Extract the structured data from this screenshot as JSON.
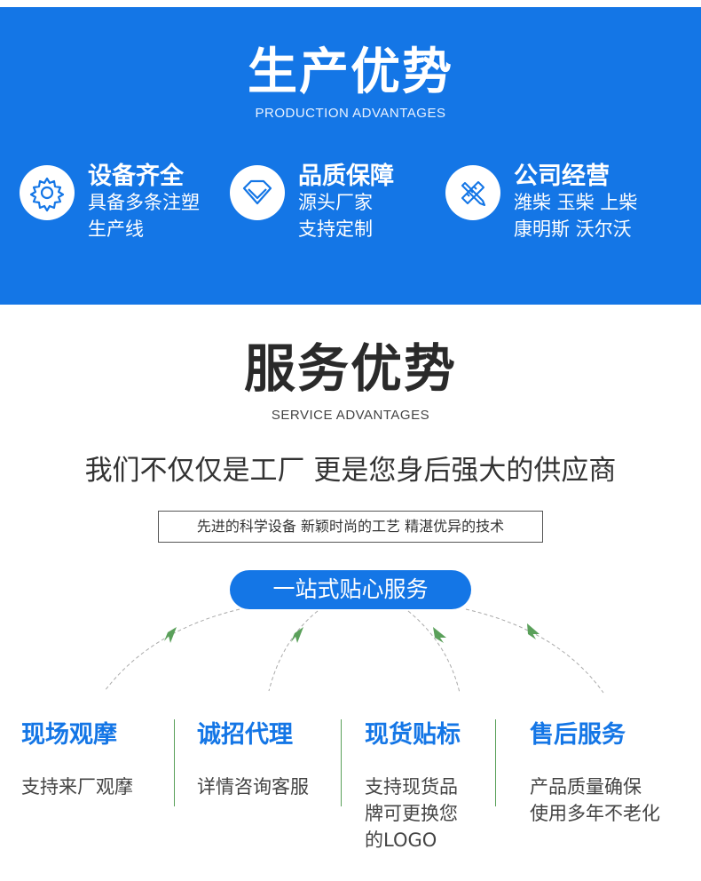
{
  "production": {
    "title": "生产优势",
    "subtitle": "PRODUCTION ADVANTAGES",
    "features": [
      {
        "icon": "gear-icon",
        "title": "设备齐全",
        "lines": [
          "具备多条注塑",
          "生产线"
        ]
      },
      {
        "icon": "diamond-icon",
        "title": "品质保障",
        "lines": [
          "源头厂家",
          "支持定制"
        ]
      },
      {
        "icon": "pencil-ruler-icon",
        "title": "公司经营",
        "lines": [
          "潍柴 玉柴 上柴",
          "康明斯 沃尔沃"
        ]
      }
    ]
  },
  "service": {
    "title": "服务优势",
    "subtitle": "SERVICE ADVANTAGES",
    "tagline": "我们不仅仅是工厂 更是您身后强大的供应商",
    "boxed_text": "先进的科学设备 新颖时尚的工艺 精湛优异的技术",
    "pill": "一站式贴心服务",
    "columns": [
      {
        "title": "现场观摩",
        "lines": [
          "支持来厂观摩"
        ]
      },
      {
        "title": "诚招代理",
        "lines": [
          "详情咨询客服"
        ]
      },
      {
        "title": "现货贴标",
        "lines": [
          "支持现货品",
          "牌可更换您",
          "的LOGO"
        ]
      },
      {
        "title": "售后服务",
        "lines": [
          "产品质量确保",
          "使用多年不老化"
        ]
      }
    ]
  },
  "colors": {
    "brand_blue": "#1476e6",
    "arrow_green": "#5aa05a",
    "divider_green": "#5aa05a"
  }
}
